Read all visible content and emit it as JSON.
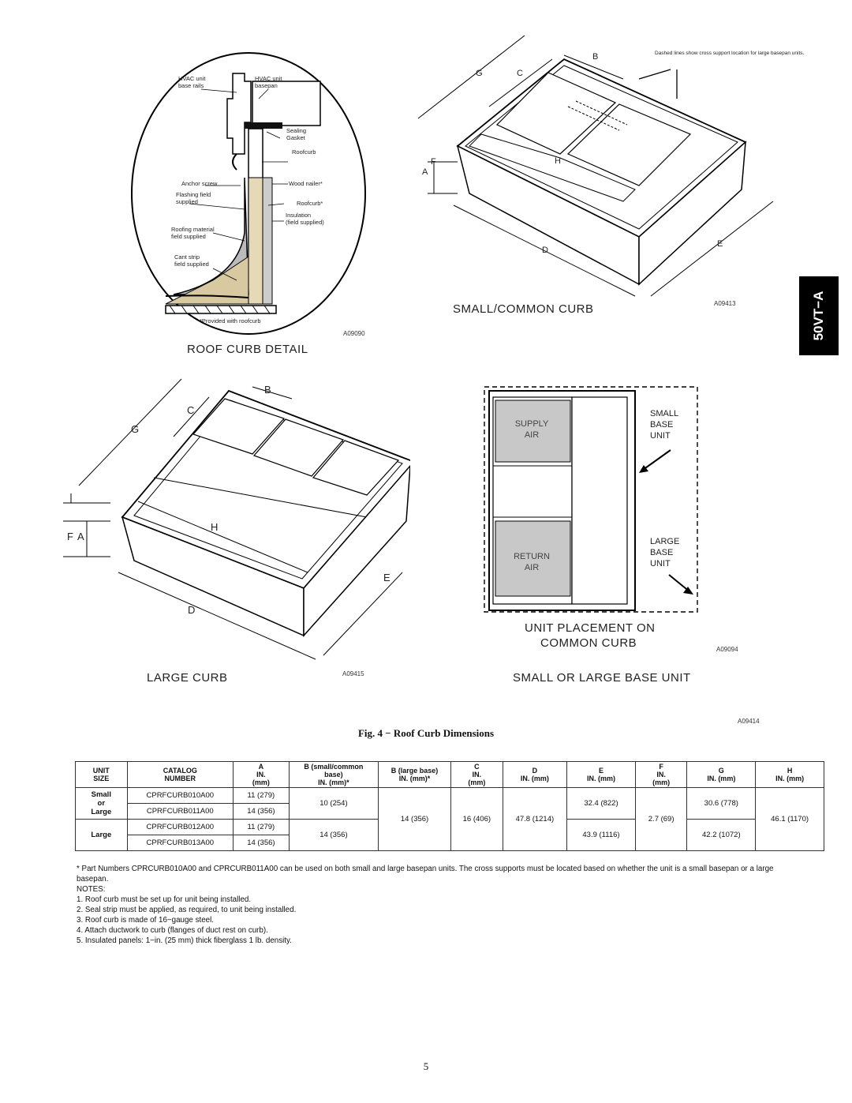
{
  "side_tab": "50VT−A",
  "roof_curb_detail": {
    "title": "ROOF CURB DETAIL",
    "code": "A09090",
    "labels": {
      "hvac_base_rails": "HVAC unit\nbase rails",
      "hvac_basepan": "HVAC unit\nbasepan",
      "sealing_gasket": "Sealing\nGasket",
      "roofcurb": "Roofcurb",
      "anchor_screw": "Anchor screw",
      "wood_nailer": "Wood nailer*",
      "flashing": "Flashing field\nsupplied",
      "roofcurb_star": "Roofcurb*",
      "insulation": "Insulation\n(field supplied)",
      "roofing": "Roofing material\nfield supplied",
      "cant_strip": "Cant strip\nfield supplied",
      "provided": "*Provided with roofcurb"
    }
  },
  "small_common_curb": {
    "title": "SMALL/COMMON CURB",
    "code": "A09413",
    "note": "Dashed lines show cross support\nlocation for large basepan units.",
    "dims": {
      "g": "G",
      "c": "C",
      "b": "B",
      "h": "H",
      "f": "F",
      "a": "A",
      "d": "D",
      "e": "E"
    }
  },
  "large_curb": {
    "title": "LARGE CURB",
    "code": "A09415",
    "dims": {
      "g": "G",
      "c": "C",
      "b": "B",
      "h": "H",
      "f": "F",
      "a": "A",
      "d": "D",
      "e": "E"
    }
  },
  "unit_placement": {
    "title_line1": "UNIT PLACEMENT ON",
    "title_line2": "COMMON CURB",
    "code": "A09094",
    "supply": "SUPPLY\nAIR",
    "return": "RETURN\nAIR",
    "small": "SMALL\nBASE\nUNIT",
    "large": "LARGE\nBASE\nUNIT",
    "subtitle": "SMALL OR LARGE BASE UNIT"
  },
  "figure_code": "A09414",
  "figure_caption": "Fig. 4 − Roof Curb Dimensions",
  "table": {
    "headers": [
      "UNIT\nSIZE",
      "CATALOG\nNUMBER",
      "A\nIN.\n(mm)",
      "B (small/common\nbase)\nIN. (mm)*",
      "B (large base)\nIN. (mm)*",
      "C\nIN.\n(mm)",
      "D\nIN. (mm)",
      "E\nIN. (mm)",
      "F\nIN.\n(mm)",
      "G\nIN. (mm)",
      "H\nIN. (mm)"
    ],
    "unit_small": "Small",
    "unit_or": "or",
    "unit_large": "Large",
    "unit_large2": "Large",
    "catalog": [
      "CPRFCURB010A00",
      "CPRFCURB011A00",
      "CPRFCURB012A00",
      "CPRFCURB013A00"
    ],
    "a": [
      "11 (279)",
      "14 (356)",
      "11 (279)",
      "14 (356)"
    ],
    "b_small": [
      "10 (254)",
      "14 (356)"
    ],
    "b_large": "14 (356)",
    "c": "16 (406)",
    "d": "47.8 (1214)",
    "e": [
      "32.4 (822)",
      "43.9 (1116)"
    ],
    "f": "2.7 (69)",
    "g": [
      "30.6 (778)",
      "42.2 (1072)"
    ],
    "h": "46.1 (1170)"
  },
  "footnote": "* Part Numbers CPRCURB010A00 and CPRCURB011A00 can be used on both small and large basepan units. The cross supports must be located based on whether the unit is a small basepan or a large basepan.",
  "notes_title": "NOTES:",
  "notes": [
    "1. Roof curb must be set up for unit being installed.",
    "2. Seal strip must be applied, as required, to unit being installed.",
    "3. Roof curb is made of 16−gauge steel.",
    "4. Attach ductwork to curb (flanges of duct rest on curb).",
    "5. Insulated panels: 1−in. (25 mm)  thick fiberglass 1 lb. density."
  ],
  "page_number": "5"
}
